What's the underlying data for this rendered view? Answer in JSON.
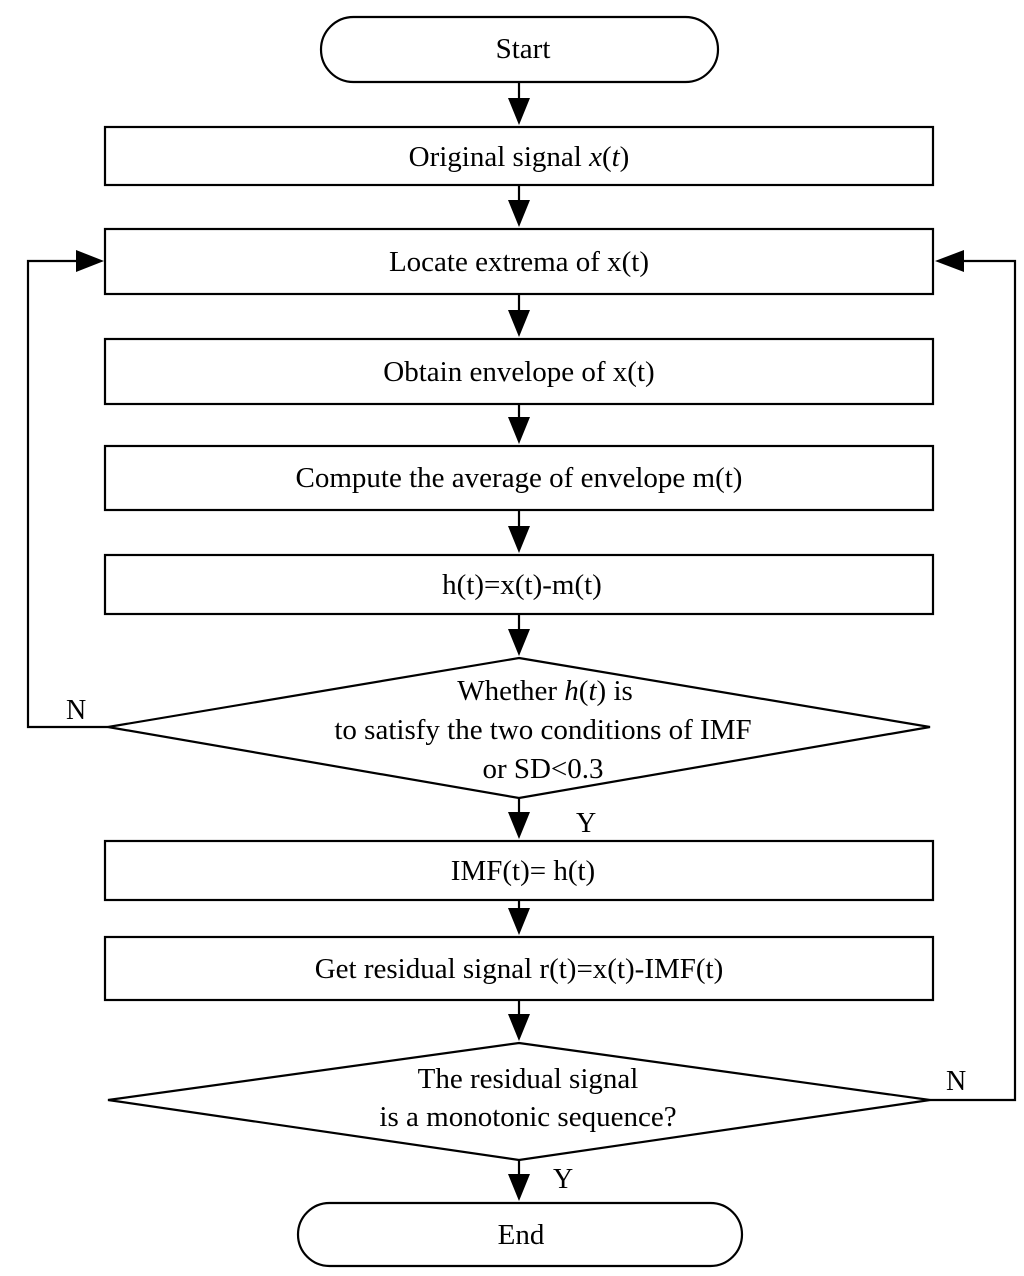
{
  "flowchart": {
    "start": "Start",
    "original": {
      "prefix": "Original signal ",
      "var": "x",
      "open": "(",
      "arg": "t",
      "close": ")"
    },
    "locate": "Locate extrema of x(t)",
    "envelope": "Obtain envelope of x(t)",
    "average": "Compute the average of envelope m(t)",
    "h_def": "h(t)=x(t)-m(t)",
    "decision1": {
      "line1_prefix": "Whether ",
      "line1_var": "h",
      "line1_open": "(",
      "line1_arg": "t",
      "line1_close": ") is",
      "line2": "to satisfy the two conditions of IMF",
      "line3": "or SD<0.3"
    },
    "imf": "IMF(t)= h(t)",
    "residual": "Get residual signal r(t)=x(t)-IMF(t)",
    "decision2": {
      "line1": "The residual signal",
      "line2": "is a monotonic sequence?"
    },
    "end": "End",
    "labels": {
      "d1_no": "N",
      "d1_yes": "Y",
      "d2_no": "N",
      "d2_yes": "Y"
    }
  }
}
